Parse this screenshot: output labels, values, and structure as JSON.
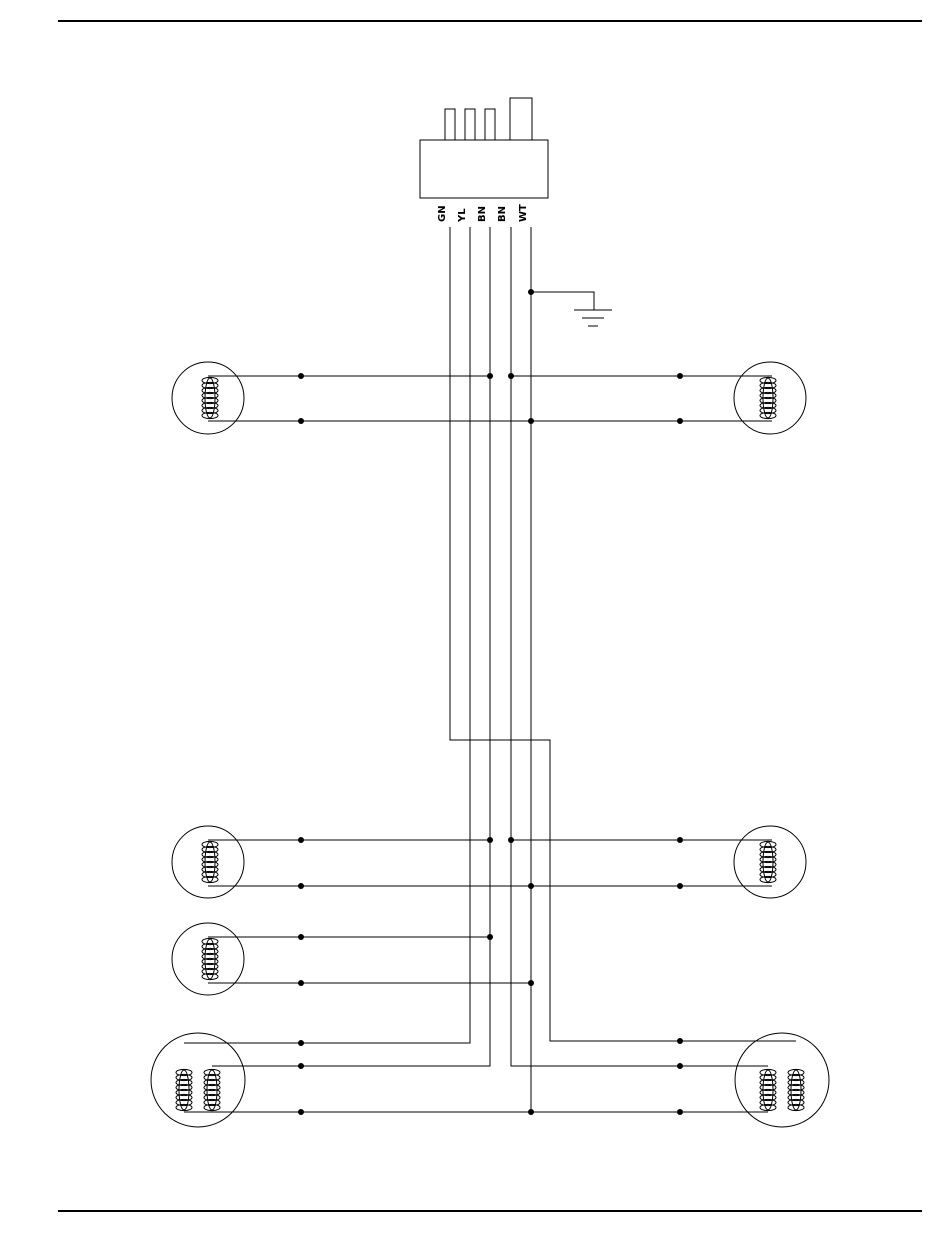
{
  "diagram": {
    "connector": {
      "wire_labels": [
        "GN",
        "YL",
        "BN",
        "BN",
        "WT"
      ]
    },
    "ground": {
      "icon": "ground-symbol-icon"
    },
    "lamps": [
      {
        "name": "lamp-upper-left",
        "icon": "coil-icon",
        "coils": 1
      },
      {
        "name": "lamp-upper-right",
        "icon": "coil-icon",
        "coils": 1
      },
      {
        "name": "lamp-middle-left",
        "icon": "coil-icon",
        "coils": 1
      },
      {
        "name": "lamp-middle-right",
        "icon": "coil-icon",
        "coils": 1
      },
      {
        "name": "lamp-lower-left",
        "icon": "coil-icon",
        "coils": 1
      },
      {
        "name": "lamp-bottom-left",
        "icon": "double-coil-icon",
        "coils": 2
      },
      {
        "name": "lamp-bottom-right",
        "icon": "double-coil-icon",
        "coils": 2
      }
    ],
    "colors": {
      "line": "#000000",
      "background": "#ffffff"
    }
  }
}
